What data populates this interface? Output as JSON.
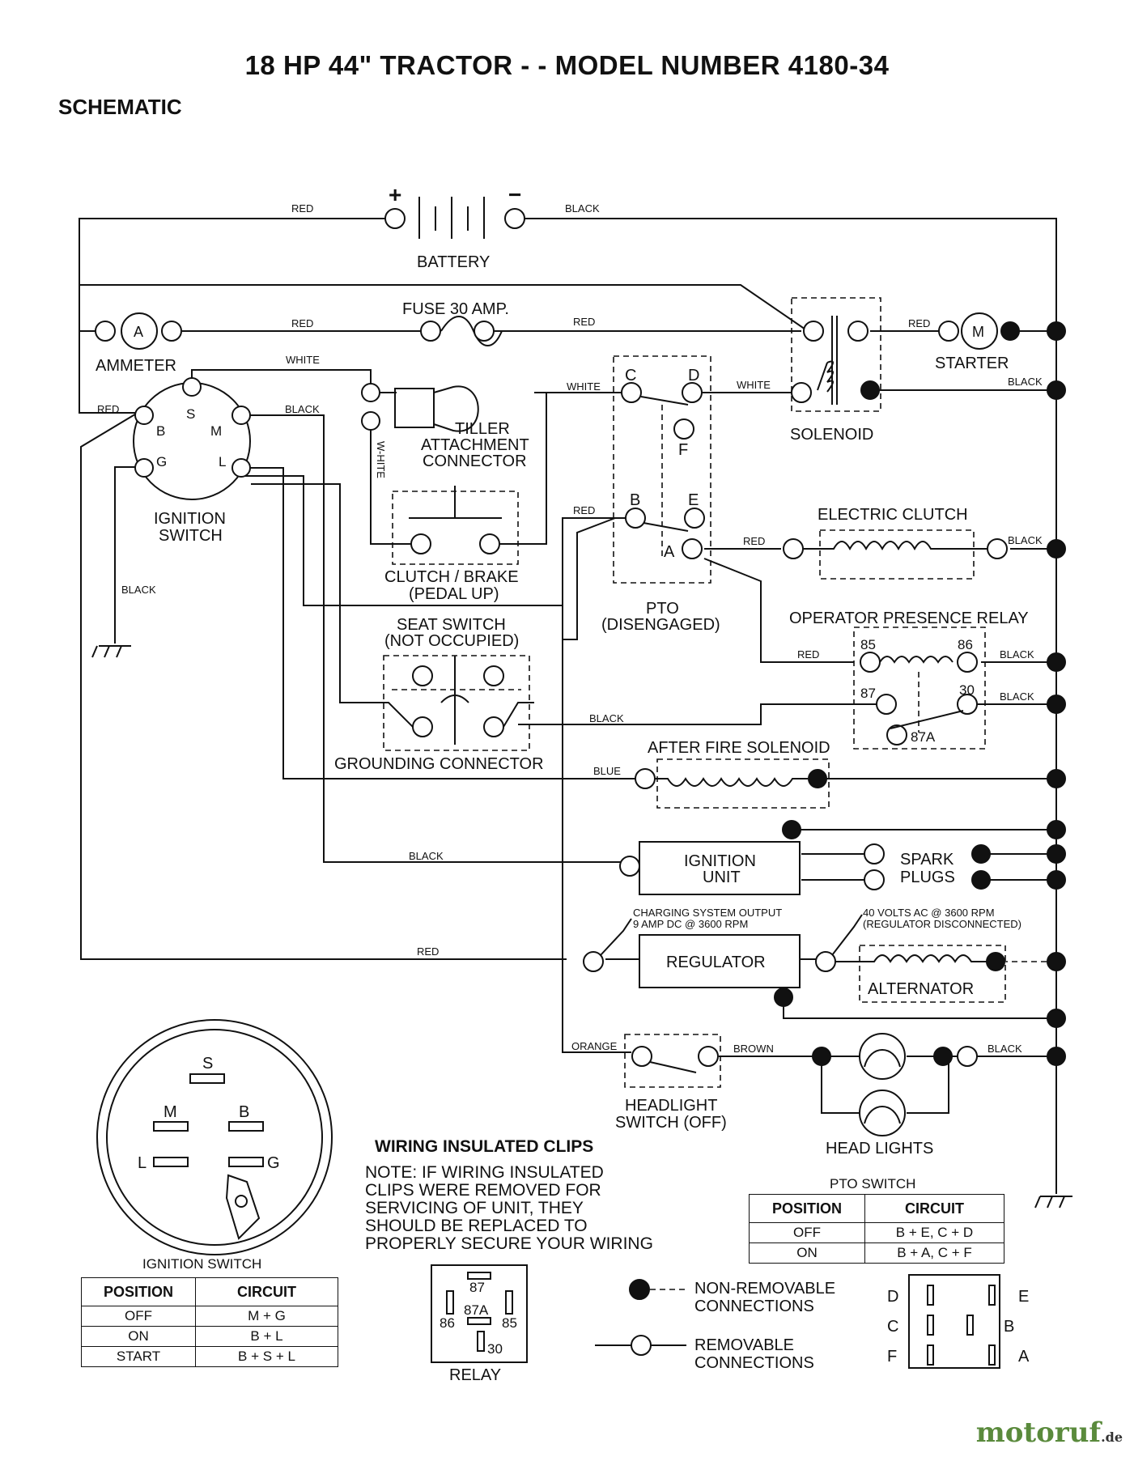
{
  "page": {
    "title": "18 HP 44\" TRACTOR - - MODEL NUMBER 4180-34",
    "subtitle": "SCHEMATIC"
  },
  "components": {
    "battery": "BATTERY",
    "battery_plus": "+",
    "battery_minus": "−",
    "ammeter": "AMMETER",
    "ammeter_symbol": "A",
    "fuse": "FUSE 30 AMP.",
    "starter": "STARTER",
    "starter_symbol": "M",
    "solenoid": "SOLENOID",
    "tiller_1": "TILLER",
    "tiller_2": "ATTACHMENT",
    "tiller_3": "CONNECTOR",
    "ignition_switch_1": "IGNITION",
    "ignition_switch_2": "SWITCH",
    "clutch_brake_1": "CLUTCH / BRAKE",
    "clutch_brake_2": "(PEDAL UP)",
    "pto_1": "PTO",
    "pto_2": "(DISENGAGED)",
    "electric_clutch": "ELECTRIC CLUTCH",
    "operator_presence_relay": "OPERATOR PRESENCE RELAY",
    "seat_switch_1": "SEAT SWITCH",
    "seat_switch_2": "(NOT OCCUPIED)",
    "grounding_connector": "GROUNDING CONNECTOR",
    "after_fire_solenoid": "AFTER FIRE SOLENOID",
    "ignition_unit_1": "IGNITION",
    "ignition_unit_2": "UNIT",
    "spark_plugs_1": "SPARK",
    "spark_plugs_2": "PLUGS",
    "charging_output_1": "CHARGING SYSTEM OUTPUT",
    "charging_output_2": "9 AMP DC @ 3600 RPM",
    "alternator_note_1": "40 VOLTS AC @ 3600 RPM",
    "alternator_note_2": "(REGULATOR DISCONNECTED)",
    "regulator": "REGULATOR",
    "alternator": "ALTERNATOR",
    "headlight_switch_1": "HEADLIGHT",
    "headlight_switch_2": "SWITCH (OFF)",
    "head_lights": "HEAD LIGHTS",
    "relay": "RELAY"
  },
  "terminals": {
    "ignition": {
      "s": "S",
      "b": "B",
      "m": "M",
      "g": "G",
      "l": "L"
    },
    "pto": {
      "c": "C",
      "d": "D",
      "f": "F",
      "b": "B",
      "e": "E",
      "a": "A"
    },
    "relay": {
      "t85": "85",
      "t86": "86",
      "t87": "87",
      "t30": "30",
      "t87a": "87A"
    }
  },
  "wires": {
    "red": "RED",
    "black": "BLACK",
    "white": "WHITE",
    "w_hite": "W-HITE",
    "blue": "BLUE",
    "orange": "ORANGE",
    "brown": "BROWN"
  },
  "clips_note": {
    "heading": "WIRING INSULATED CLIPS",
    "lines": [
      "NOTE: IF WIRING INSULATED",
      "CLIPS WERE REMOVED FOR",
      "SERVICING OF UNIT, THEY",
      "SHOULD BE REPLACED TO",
      "PROPERLY SECURE YOUR WIRING"
    ]
  },
  "ignition_table": {
    "caption": "IGNITION SWITCH",
    "headers": [
      "POSITION",
      "CIRCUIT"
    ],
    "rows": [
      [
        "OFF",
        "M + G"
      ],
      [
        "ON",
        "B + L"
      ],
      [
        "START",
        "B + S + L"
      ]
    ]
  },
  "pto_table": {
    "caption": "PTO SWITCH",
    "headers": [
      "POSITION",
      "CIRCUIT"
    ],
    "rows": [
      [
        "OFF",
        "B + E, C + D"
      ],
      [
        "ON",
        "B + A, C + F"
      ]
    ]
  },
  "relay_pins": {
    "p87": "87",
    "p87a": "87A",
    "p86": "86",
    "p85": "85",
    "p30": "30"
  },
  "ignition_face": {
    "s": "S",
    "m": "M",
    "b": "B",
    "l": "L",
    "g": "G"
  },
  "legend": {
    "non_removable_1": "NON-REMOVABLE",
    "non_removable_2": "CONNECTIONS",
    "removable_1": "REMOVABLE",
    "removable_2": "CONNECTIONS"
  },
  "pto_face": {
    "d": "D",
    "c": "C",
    "f": "F",
    "e": "E",
    "b": "B",
    "a": "A"
  },
  "watermark": {
    "main": "motoruf",
    "suffix": ".de"
  }
}
